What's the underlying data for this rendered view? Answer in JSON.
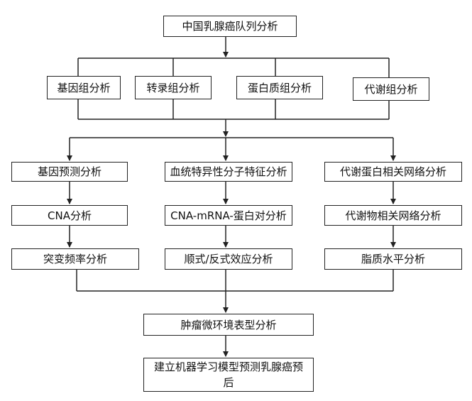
{
  "nodes": {
    "root": "中国乳腺癌队列分析",
    "genomics": "基因组分析",
    "transcriptomics": "转录组分析",
    "proteomics": "蛋白质组分析",
    "metabolomics": "代谢组分析",
    "gene_prediction": "基因预测分析",
    "cna": "CNA分析",
    "mutation_freq": "突变频率分析",
    "lineage_features": "血统特异性分子特征分析",
    "cna_mrna": "CNA-mRNA-蛋白对分析",
    "cis_trans": "顺式/反式效应分析",
    "metab_protein_network": "代谢蛋白相关网络分析",
    "metabolite_network": "代谢物相关网络分析",
    "lipid_level": "脂质水平分析",
    "tme_phenotype": "肿瘤微环境表型分析",
    "ml_model": "建立机器学习模型预测乳腺癌预后"
  }
}
